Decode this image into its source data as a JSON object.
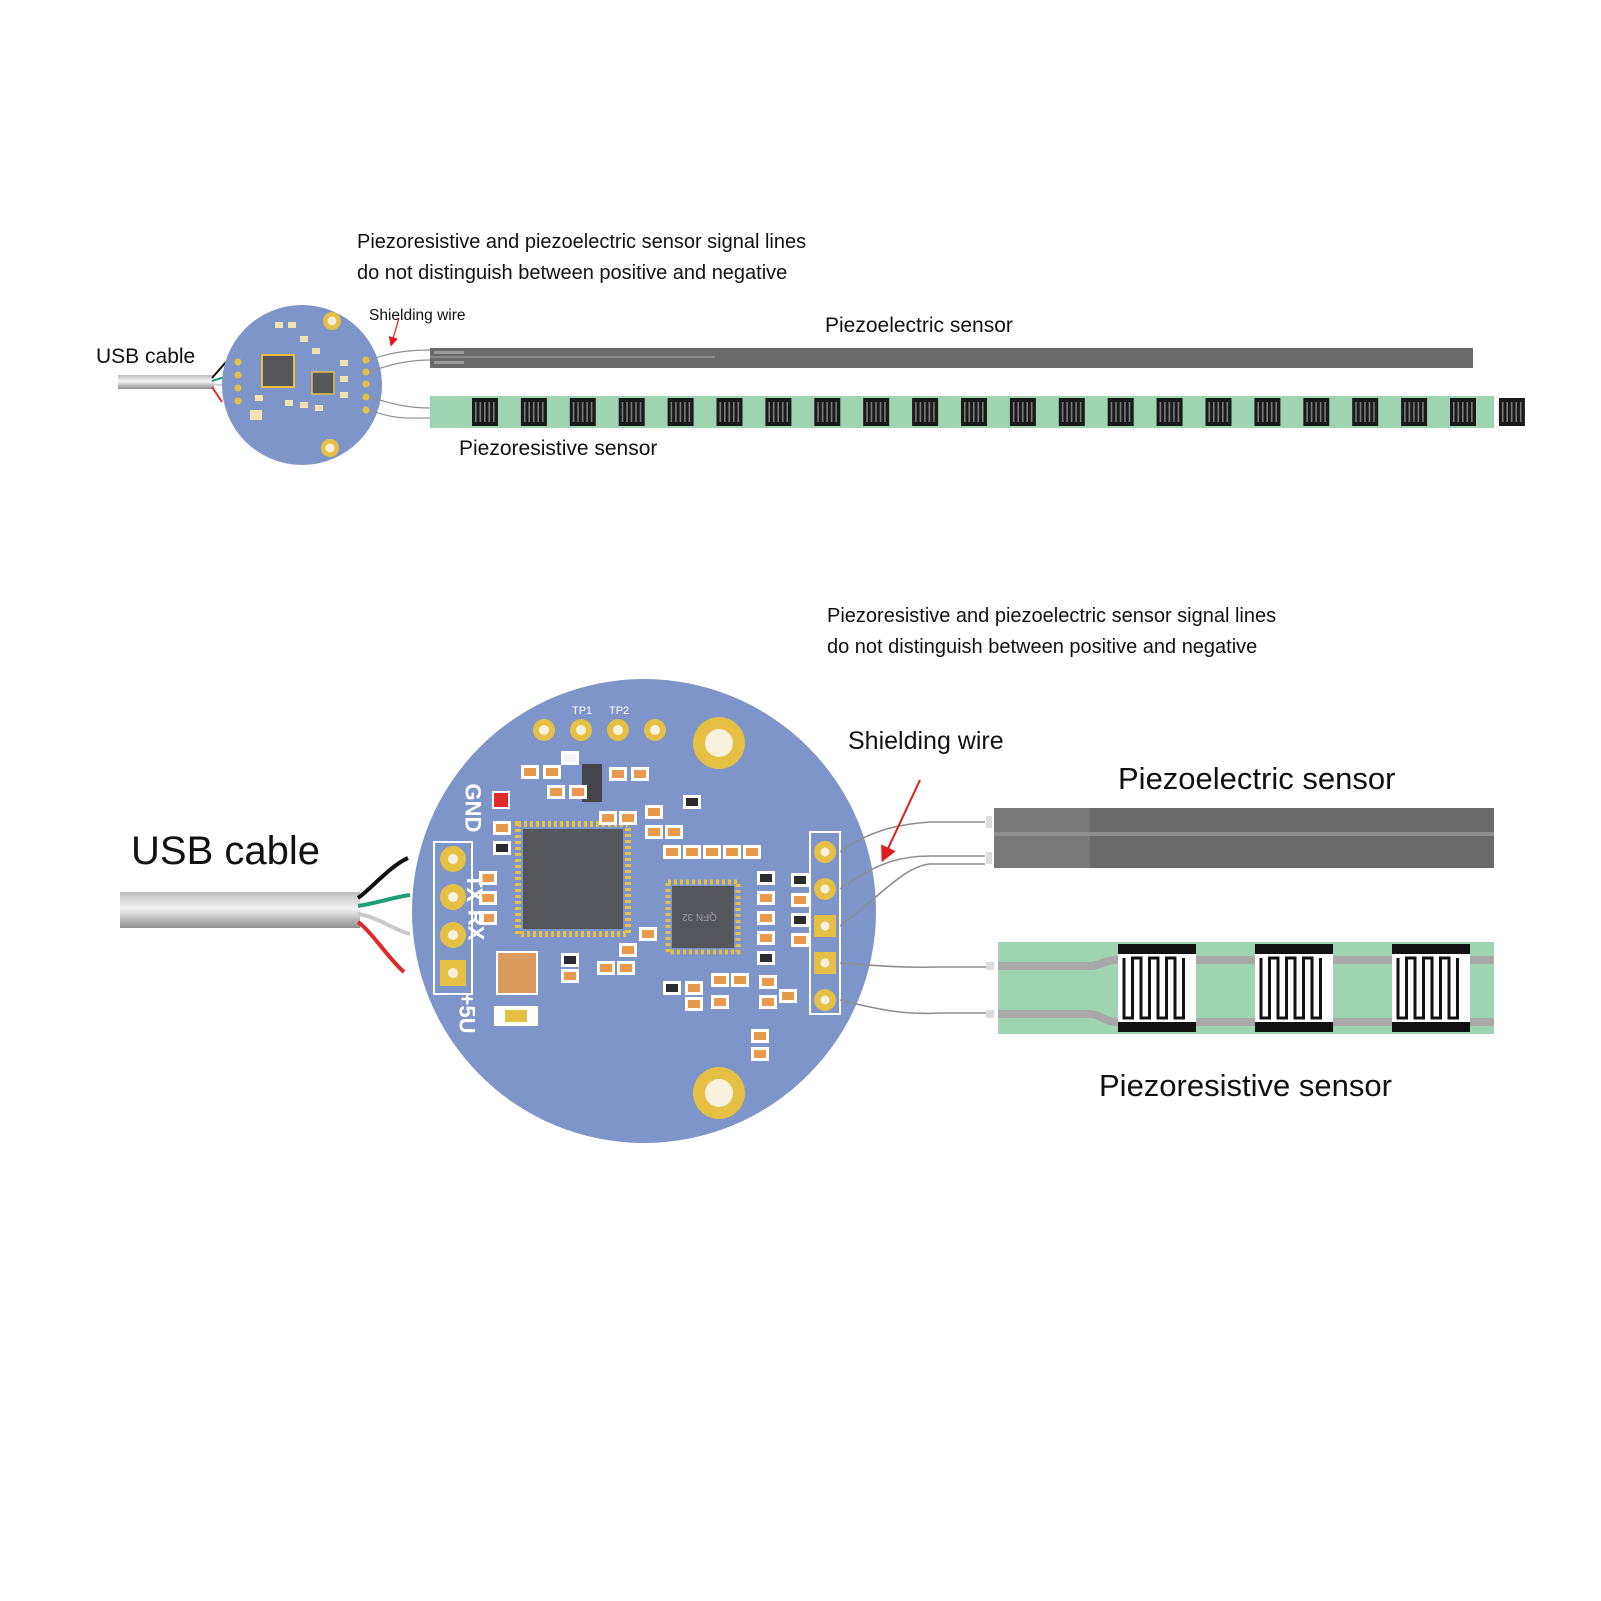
{
  "small": {
    "note_line1": "Piezoresistive and piezoelectric sensor signal lines",
    "note_line2": "do not distinguish between positive and negative",
    "shielding_label": "Shielding wire",
    "usb_label": "USB cable",
    "piezoelectric_label": "Piezoelectric sensor",
    "piezoresistive_label": "Piezoresistive sensor"
  },
  "large": {
    "note_line1": "Piezoresistive and piezoelectric sensor signal lines",
    "note_line2": "do not distinguish between positive and negative",
    "shielding_label": "Shielding wire",
    "usb_label": "USB cable",
    "piezoelectric_label": "Piezoelectric sensor",
    "piezoresistive_label": "Piezoresistive sensor",
    "pins": {
      "gnd": "GND",
      "tx": "TX",
      "rx": "RX",
      "v5": "+5U"
    },
    "testpoints": {
      "tp1": "TP1",
      "tp2": "TP2"
    },
    "chip_label": "QFN 32"
  },
  "colors": {
    "pcb": "#7d95c9",
    "gold": "#e6c043",
    "chip": "#55565c",
    "piezoelectric": "#6a6a6a",
    "piezoresistive": "#9fd4b2",
    "arrow": "#e01b1b",
    "usb_red": "#e02a2a",
    "usb_green": "#1f9e7a"
  }
}
